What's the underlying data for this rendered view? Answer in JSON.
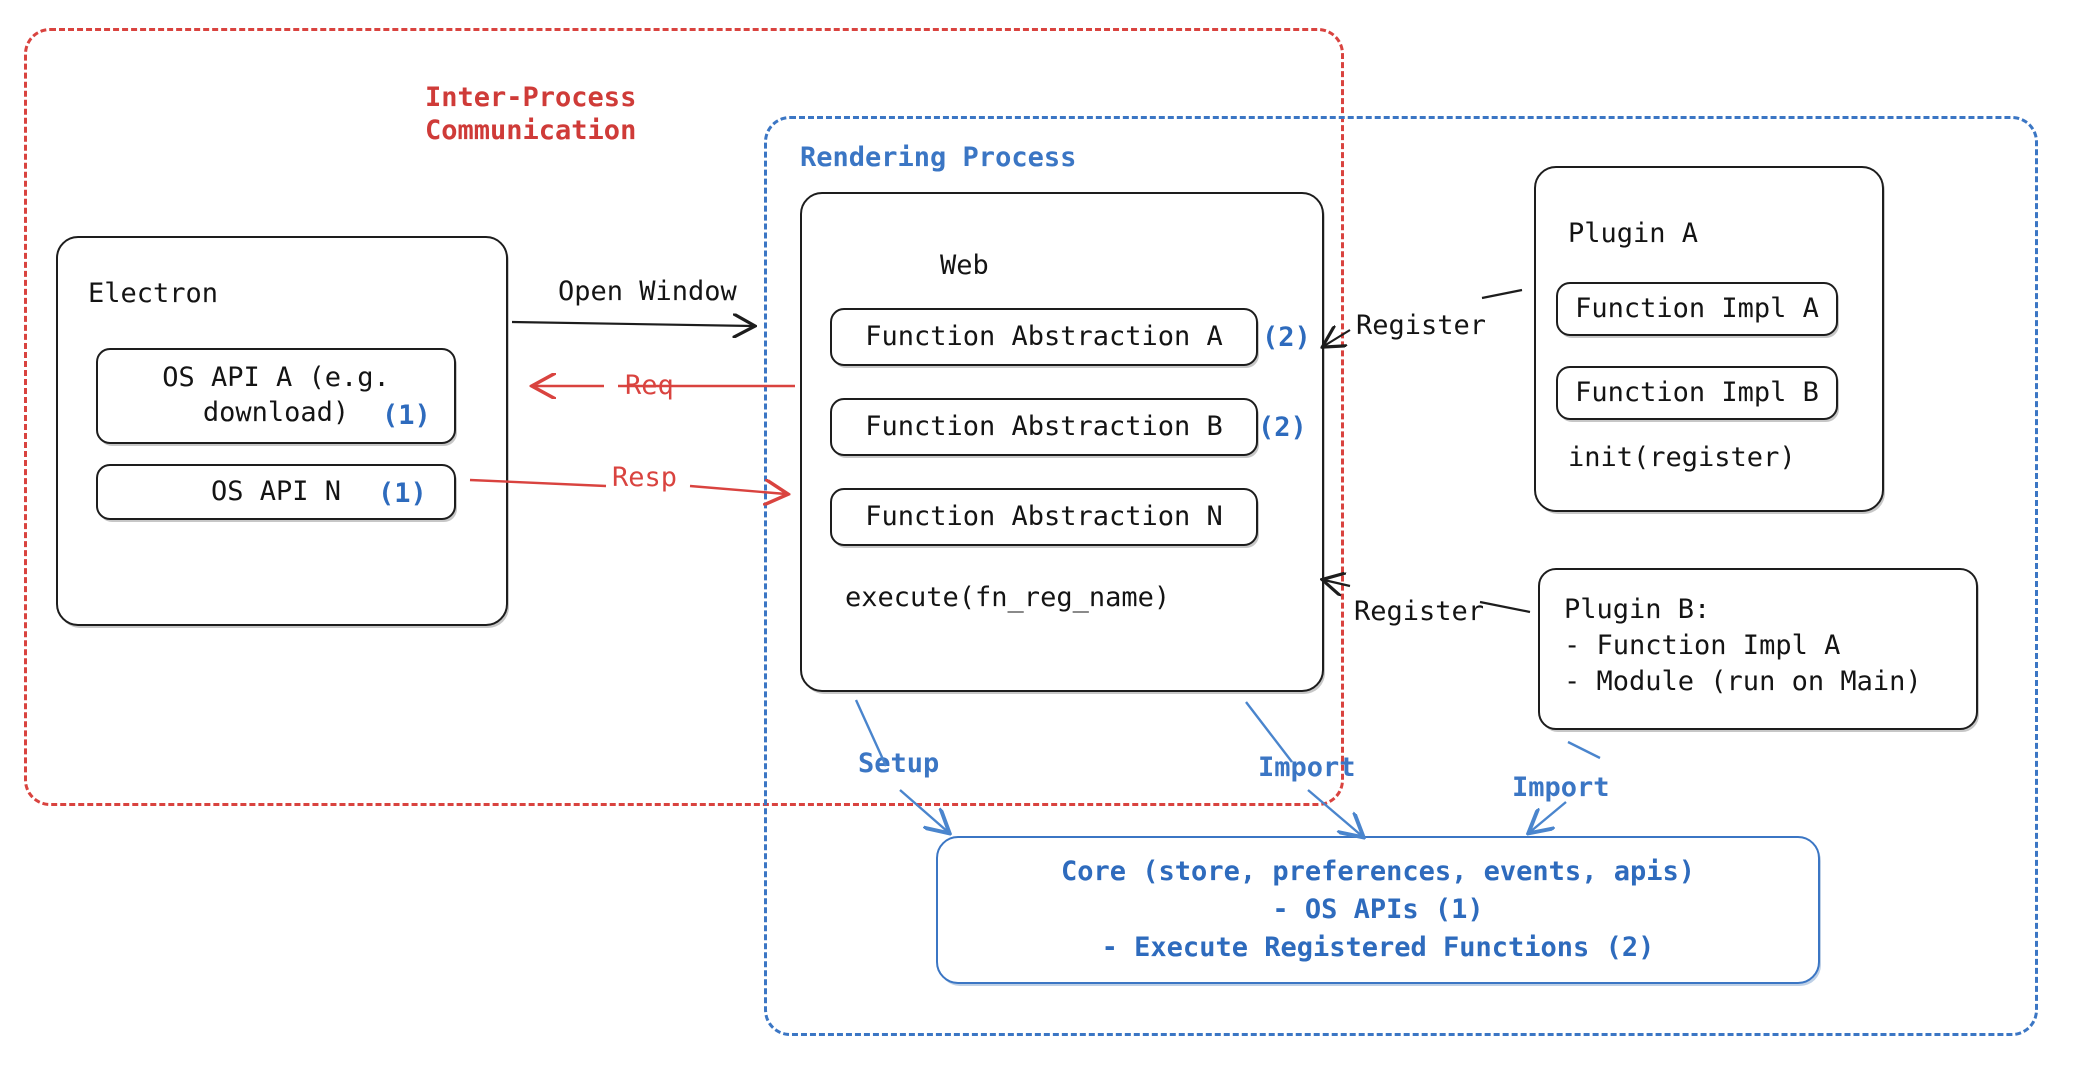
{
  "groups": {
    "ipc": {
      "title": "Inter-Process\nCommunication",
      "color": "#cf3b38"
    },
    "rendering": {
      "title": "Rendering Process",
      "color": "#3b76c4"
    }
  },
  "electron": {
    "label": "Electron",
    "apis": [
      {
        "name": "OS API A (e.g.\ndownload)",
        "marker": "(1)"
      },
      {
        "name": "OS API N",
        "marker": "(1)"
      }
    ]
  },
  "web": {
    "label": "Web",
    "abstractions": [
      {
        "name": "Function Abstraction A",
        "marker": "(2)"
      },
      {
        "name": "Function Abstraction B",
        "marker": "(2)"
      },
      {
        "name": "Function Abstraction N",
        "marker": ""
      }
    ],
    "execute": "execute(fn_reg_name)"
  },
  "plugin_a": {
    "label": "Plugin A",
    "functions": [
      "Function Impl A",
      "Function Impl B"
    ],
    "init": "init(register)"
  },
  "plugin_b": {
    "text": "Plugin B:\n- Function Impl A\n- Module (run on Main)"
  },
  "core": {
    "lines": [
      "Core (store, preferences, events, apis)",
      "- OS APIs (1)",
      "- Execute Registered Functions (2)"
    ],
    "color": "#2e6bbd"
  },
  "edges": [
    {
      "label": "Open Window",
      "color": "#141414",
      "direction": "right"
    },
    {
      "label": "Req",
      "color": "#d9433f",
      "direction": "left"
    },
    {
      "label": "Resp",
      "color": "#d9433f",
      "direction": "right"
    },
    {
      "label": "Register",
      "color": "#141414",
      "direction": "left"
    },
    {
      "label": "Register",
      "color": "#141414",
      "direction": "left"
    },
    {
      "label": "Setup",
      "color": "#3b76c4",
      "direction": "down"
    },
    {
      "label": "Import",
      "color": "#3b76c4",
      "direction": "down"
    },
    {
      "label": "Import",
      "color": "#3b76c4",
      "direction": "down-left"
    }
  ]
}
